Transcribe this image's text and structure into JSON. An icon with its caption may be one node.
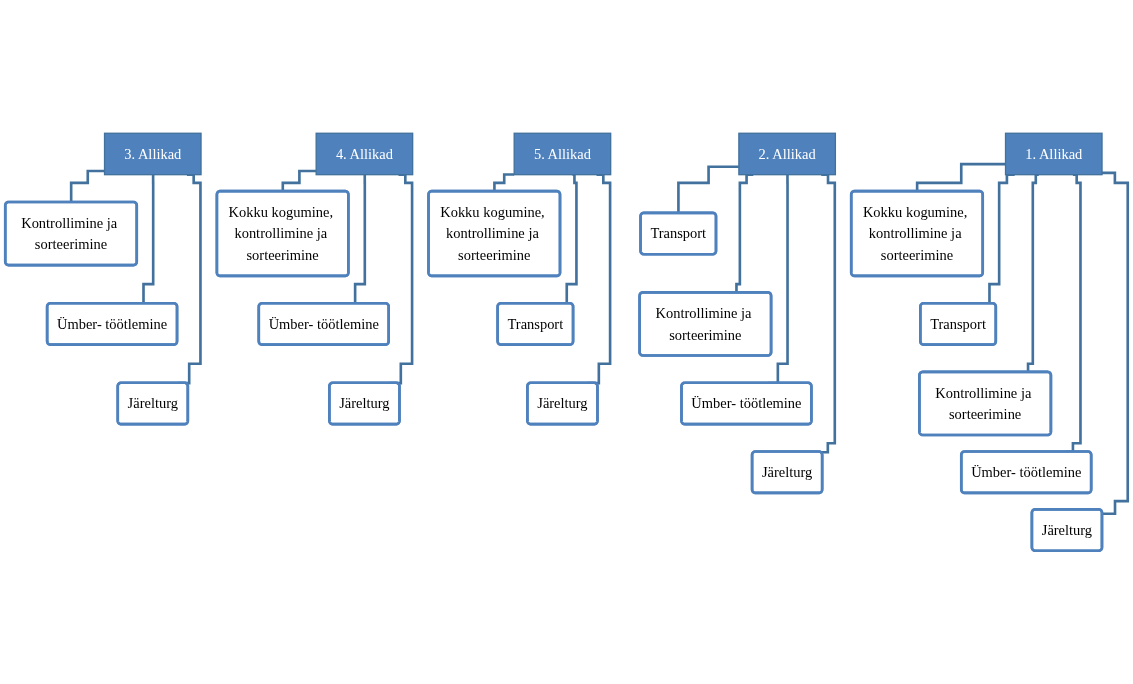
{
  "diagram": {
    "nodes": [
      {
        "text": [
          "1. Allikad"
        ]
      },
      {
        "text": [
          "Kokku kogumine, kontrollimine ja sorteerimine"
        ]
      },
      {
        "text": [
          "Transport"
        ]
      },
      {
        "text": [
          "Kontrollimine ja sorteerimine"
        ]
      },
      {
        "text": [
          "Ümber- töötlemine"
        ]
      },
      {
        "text": [
          "Järelturg"
        ]
      },
      {
        "text": [
          "2. Allikad"
        ]
      },
      {
        "text": [
          "Transport"
        ]
      },
      {
        "text": [
          "Kontrollimine ja sorteerimine"
        ]
      },
      {
        "text": [
          "Ümber- töötlemine"
        ]
      },
      {
        "text": [
          "Järelturg"
        ]
      },
      {
        "text": [
          "3. Allikad"
        ]
      },
      {
        "text": [
          "Kontrollimine ja sorteerimine"
        ]
      },
      {
        "text": [
          "Ümber- töötlemine"
        ]
      },
      {
        "text": [
          "Järelturg"
        ]
      },
      {
        "text": [
          "4. Allikad"
        ]
      },
      {
        "text": [
          "Kokku kogumine, kontrollimine ja sorteerimine"
        ]
      },
      {
        "text": [
          "Ümber- töötlemine"
        ]
      },
      {
        "text": [
          "Järelturg"
        ]
      },
      {
        "text": [
          "5. Allikad"
        ]
      },
      {
        "text": [
          "Kokku kogumine, kontrollimine ja sorteerimine"
        ]
      },
      {
        "text": [
          "Transport"
        ]
      },
      {
        "text": [
          "Järelturg"
        ]
      }
    ],
    "edges": [
      {
        "from": 0,
        "to": 1,
        "arrow": "none"
      },
      {
        "from": 0,
        "to": 2,
        "arrow": "none"
      },
      {
        "from": 0,
        "to": 3,
        "arrow": "none"
      },
      {
        "from": 0,
        "to": 4,
        "arrow": "none"
      },
      {
        "from": 0,
        "to": 5,
        "arrow": "none"
      },
      {
        "from": 6,
        "to": 7,
        "arrow": "none"
      },
      {
        "from": 6,
        "to": 8,
        "arrow": "none"
      },
      {
        "from": 6,
        "to": 9,
        "arrow": "none"
      },
      {
        "from": 6,
        "to": 10,
        "arrow": "none"
      },
      {
        "from": 11,
        "to": 12,
        "arrow": "none"
      },
      {
        "from": 11,
        "to": 13,
        "arrow": "none"
      },
      {
        "from": 11,
        "to": 14,
        "arrow": "none"
      },
      {
        "from": 15,
        "to": 16,
        "arrow": "none"
      },
      {
        "from": 15,
        "to": 17,
        "arrow": "none"
      },
      {
        "from": 15,
        "to": 18,
        "arrow": "none"
      },
      {
        "from": 19,
        "to": 20,
        "arrow": "none"
      },
      {
        "from": 19,
        "to": 21,
        "arrow": "none"
      },
      {
        "from": 19,
        "to": 22,
        "arrow": "none"
      }
    ]
  }
}
